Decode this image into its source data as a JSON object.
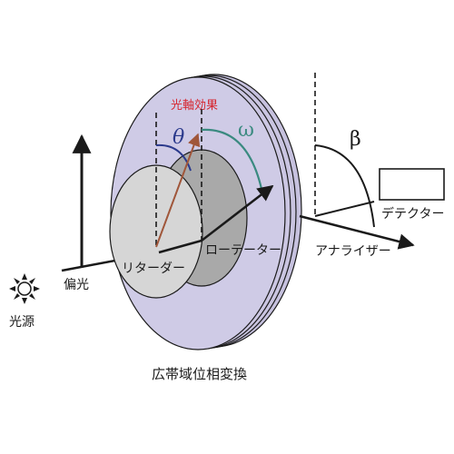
{
  "labels": {
    "source": "光源",
    "polarization": "偏光",
    "retarder": "リターダー",
    "rotator": "ローテーター",
    "optic_axis_effect": "光軸効果",
    "theta": "θ",
    "omega": "ω",
    "beta": "β",
    "analyzer": "アナライザー",
    "detector": "デテクター",
    "caption": "広帯域位相変換"
  },
  "colors": {
    "disk_fill": "#cfcbe6",
    "retarder_fill": "#d6d6d6",
    "rotator_fill": "#a9a9a9",
    "theta": "#2b3a8c",
    "omega": "#3a8a80",
    "optic_axis_arrow": "#a0563a",
    "optic_axis_text": "#d6262f",
    "line": "#1a1a1a"
  },
  "icons": {
    "source": "sun-icon"
  }
}
